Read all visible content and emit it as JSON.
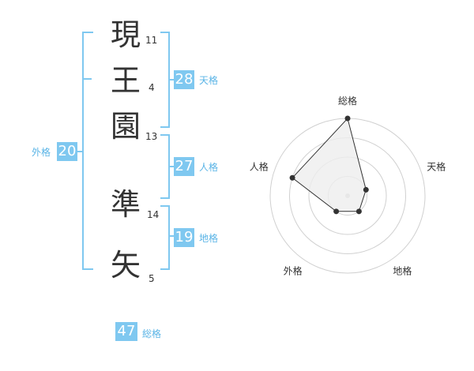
{
  "name_characters": [
    {
      "char": "現",
      "strokes": "11"
    },
    {
      "char": "王",
      "strokes": "4"
    },
    {
      "char": "園",
      "strokes": "13"
    },
    {
      "char": "準",
      "strokes": "14"
    },
    {
      "char": "矢",
      "strokes": "5"
    }
  ],
  "fortunes": {
    "tenkaku": {
      "label": "天格",
      "value": "28"
    },
    "jinkaku": {
      "label": "人格",
      "value": "27"
    },
    "chikaku": {
      "label": "地格",
      "value": "19"
    },
    "gaikaku": {
      "label": "外格",
      "value": "20"
    },
    "soukaku": {
      "label": "総格",
      "value": "47"
    }
  },
  "radar": {
    "axes": [
      "総格",
      "天格",
      "地格",
      "外格",
      "人格"
    ],
    "values": [
      4,
      1,
      1,
      1,
      3
    ],
    "max": 4,
    "rings": 4,
    "colors": {
      "ring": "#d0d0d0",
      "fill": "#eeeeee",
      "line": "#333333",
      "point": "#333333",
      "center": "#cccccc"
    }
  },
  "colors": {
    "accent": "#7fc8f0"
  }
}
